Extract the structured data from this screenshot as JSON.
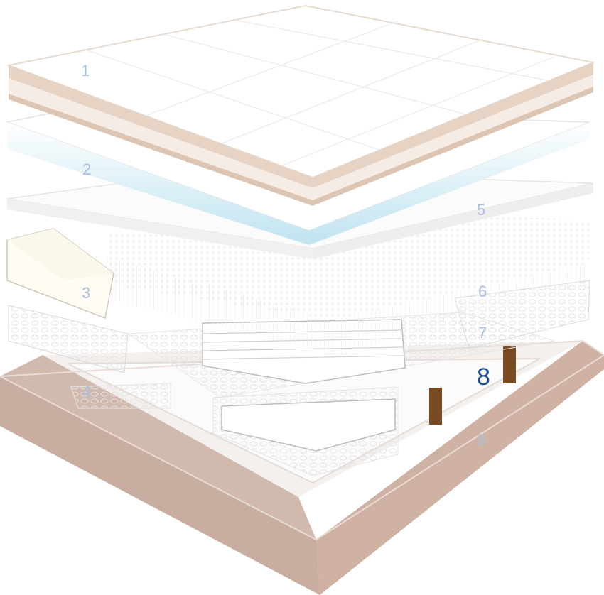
{
  "layers": [
    {
      "id": "1",
      "label": "1",
      "highlighted": false
    },
    {
      "id": "2",
      "label": "2",
      "highlighted": false
    },
    {
      "id": "3",
      "label": "3",
      "highlighted": false
    },
    {
      "id": "4",
      "label": "4",
      "highlighted": false
    },
    {
      "id": "5",
      "label": "5",
      "highlighted": false
    },
    {
      "id": "6",
      "label": "6",
      "highlighted": false
    },
    {
      "id": "7",
      "label": "7",
      "highlighted": false
    },
    {
      "id": "8",
      "label": "8",
      "highlighted": true
    },
    {
      "id": "9",
      "label": "9",
      "highlighted": false
    }
  ],
  "colors": {
    "highlight": "#1f4f95",
    "dim_label": "#a9bedd",
    "frame": "#d9c4b8",
    "frame_dark": "#c9ada0",
    "wood_slat": "#7a4a22",
    "pillow_top_trim": "#dcc6b3",
    "foam_blue": "#bfe3f0"
  }
}
